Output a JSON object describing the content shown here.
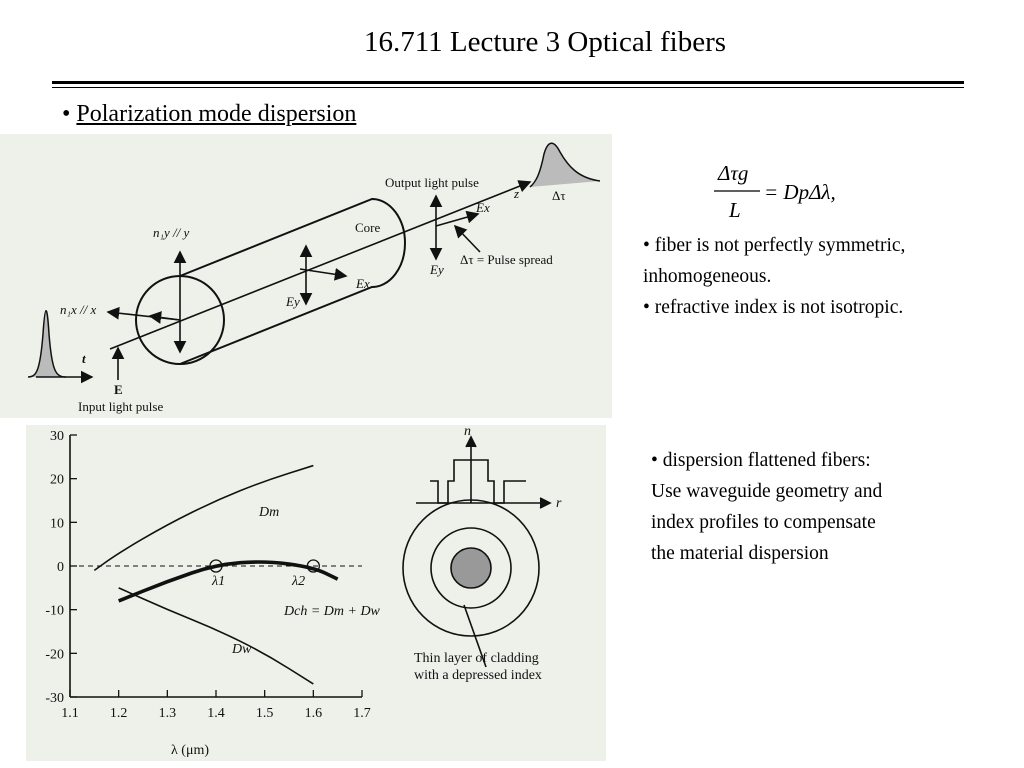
{
  "slide": {
    "title": "16.711 Lecture 3 Optical fibers",
    "heading_bullet": "•",
    "heading": "Polarization mode dispersion"
  },
  "fig1": {
    "output_pulse": "Output light pulse",
    "core": "Core",
    "z": "z",
    "dtau": "Δτ",
    "pulse_spread": "Δτ = Pulse spread",
    "n1y_y": "n₁y // y",
    "n1x_x": "n₁x // x",
    "ex_right": "Ex",
    "ey_right": "Ey",
    "ex_mid": "Ex",
    "ey_mid": "Ey",
    "t": "t",
    "e_vec": "E",
    "input_pulse": "Input light pulse"
  },
  "formula": {
    "numerator": "Δτg",
    "denominator": "L",
    "rhs": "= DpΔλ,"
  },
  "bullets_pmd": [
    "• fiber is not perfectly symmetric,",
    "inhomogeneous.",
    "• refractive index is not isotropic."
  ],
  "bullets_dff": [
    "• dispersion flattened fibers:",
    "Use waveguide geometry and",
    "index profiles to compensate",
    "the material dispersion"
  ],
  "fig2": {
    "dm": "Dm",
    "dw": "Dw",
    "dch": "Dch = Dm + Dw",
    "lambda1": "λ1",
    "lambda2": "λ2",
    "n_axis": "n",
    "r_axis": "r",
    "cladding_line1": "Thin layer of cladding",
    "cladding_line2": "with a depressed index",
    "xlabel": "λ (μm)"
  },
  "chart_data": {
    "type": "line",
    "x_ticks": [
      "1.1",
      "1.2",
      "1.3",
      "1.4",
      "1.5",
      "1.6",
      "1.7"
    ],
    "y_ticks": [
      "30",
      "20",
      "10",
      "0",
      "-10",
      "-20",
      "-30"
    ],
    "xlim": [
      1.1,
      1.7
    ],
    "ylim": [
      -30,
      30
    ],
    "xlabel": "λ (μm)",
    "ylabel": "",
    "grid": false,
    "series": [
      {
        "name": "Dm",
        "x": [
          1.15,
          1.2,
          1.3,
          1.4,
          1.5,
          1.6
        ],
        "y": [
          -1,
          3,
          9.5,
          15,
          19.5,
          23
        ]
      },
      {
        "name": "Dw",
        "x": [
          1.2,
          1.3,
          1.4,
          1.5,
          1.6
        ],
        "y": [
          -5,
          -10,
          -14.5,
          -20,
          -27
        ]
      },
      {
        "name": "Dch = Dm + Dw",
        "x": [
          1.2,
          1.3,
          1.4,
          1.5,
          1.6,
          1.65
        ],
        "y": [
          -8,
          -3.5,
          0.3,
          1.2,
          -0.3,
          -3
        ]
      }
    ],
    "markers": [
      {
        "name": "λ1",
        "x": 1.4,
        "y": 0
      },
      {
        "name": "λ2",
        "x": 1.6,
        "y": 0
      }
    ]
  }
}
